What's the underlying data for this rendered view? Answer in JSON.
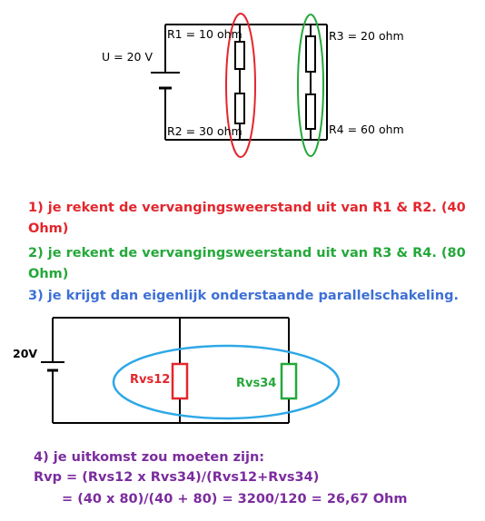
{
  "circuit1": {
    "voltage_label": "U = 20 V",
    "r1_label": "R1 = 10 ohm",
    "r2_label": "R2 = 30 ohm",
    "r3_label": "R3 = 20 ohm",
    "r4_label": "R4 = 60 ohm"
  },
  "steps": {
    "step1_line1": "1) je rekent de vervangingsweerstand uit van R1 & R2. (40",
    "step1_line2": "Ohm)",
    "step2_line1": "2) je rekent de vervangingsweerstand uit van R3 & R4. (80",
    "step2_line2": "Ohm)",
    "step3": "3) je krijgt dan eigenlijk onderstaande parallelschakeling."
  },
  "circuit2": {
    "voltage_label": "20V",
    "rvs12_label": "Rvs12",
    "rvs34_label": "Rvs34"
  },
  "result": {
    "line1": "4) je uitkomst zou moeten zijn:",
    "line2": "Rvp = (Rvs12 x Rvs34)/(Rvs12+Rvs34)",
    "line3": "= (40 x 80)/(40 + 80) = 3200/120 = 26,67 Ohm"
  },
  "colors": {
    "red": "#e3262d",
    "green": "#24a83a",
    "blue": "#3d6fd6",
    "cyan": "#2ea8e6",
    "purple": "#7b2c9e"
  }
}
